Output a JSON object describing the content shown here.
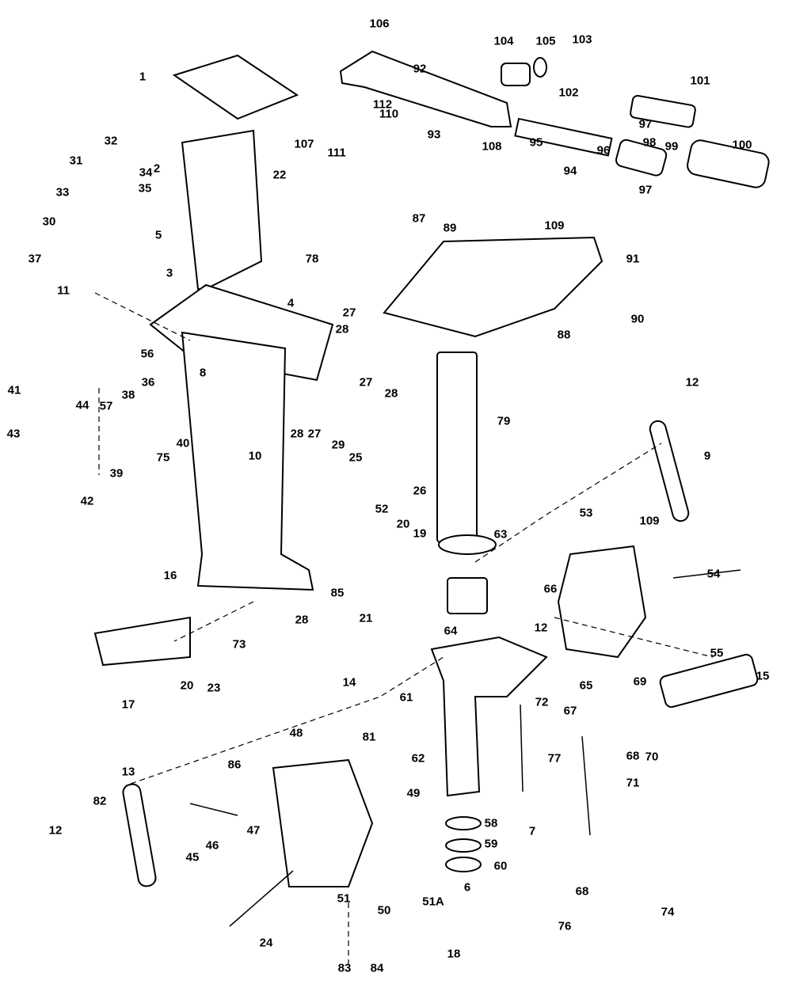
{
  "diagram": {
    "type": "exploded-parts-diagram",
    "line_color": "#000000",
    "background": "#ffffff",
    "callouts": [
      "106",
      "104",
      "105",
      "103",
      "101",
      "102",
      "92",
      "1",
      "112",
      "110",
      "107",
      "111",
      "93",
      "97",
      "98",
      "95",
      "94",
      "96",
      "99",
      "100",
      "97",
      "108",
      "32",
      "31",
      "34",
      "22",
      "2",
      "33",
      "35",
      "30",
      "87",
      "89",
      "109",
      "91",
      "37",
      "5",
      "78",
      "3",
      "4",
      "11",
      "27",
      "28",
      "90",
      "88",
      "56",
      "41",
      "44",
      "43",
      "36",
      "38",
      "57",
      "8",
      "27",
      "28",
      "28",
      "27",
      "29",
      "40",
      "75",
      "39",
      "79",
      "12",
      "9",
      "10",
      "25",
      "26",
      "42",
      "52",
      "20",
      "19",
      "63",
      "109",
      "53",
      "54",
      "16",
      "66",
      "85",
      "21",
      "28",
      "12",
      "64",
      "73",
      "17",
      "20",
      "23",
      "55",
      "15",
      "14",
      "65",
      "72",
      "69",
      "61",
      "67",
      "68",
      "48",
      "81",
      "86",
      "62",
      "77",
      "70",
      "71",
      "7",
      "13",
      "82",
      "12",
      "49",
      "58",
      "59",
      "47",
      "46",
      "45",
      "60",
      "68",
      "6",
      "51",
      "50",
      "51A",
      "24",
      "74",
      "76",
      "18",
      "83",
      "84"
    ]
  }
}
